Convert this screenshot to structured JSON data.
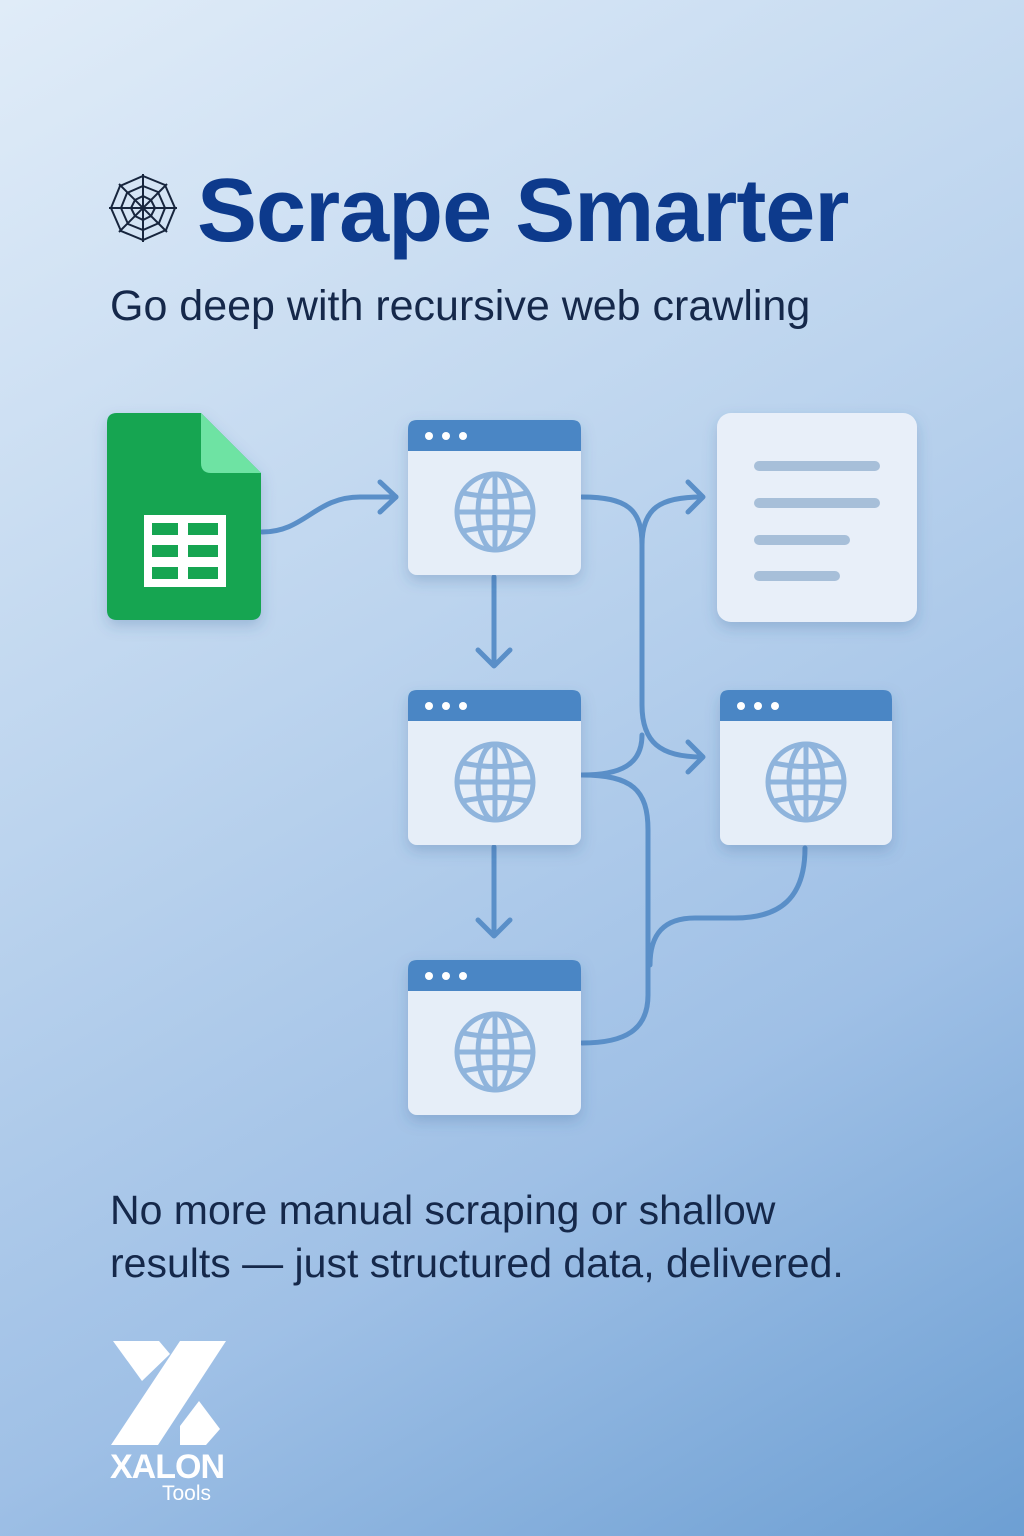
{
  "header": {
    "title": "Scrape Smarter",
    "subtitle": "Go deep with recursive web crawling"
  },
  "footer": {
    "tagline_line1": "No more manual scraping or shallow",
    "tagline_line2": "results — just structured data, delivered."
  },
  "brand": {
    "name": "XALON",
    "sub": "Tools"
  },
  "diagram": {
    "nodes": [
      "spreadsheet-source",
      "web-page-1",
      "web-page-2",
      "web-page-3",
      "web-page-4",
      "document-output"
    ]
  },
  "colors": {
    "title": "#0d3a8c",
    "connector": "#5a8fc8",
    "window_header": "#4a86c5",
    "sheets_green": "#12a551"
  }
}
